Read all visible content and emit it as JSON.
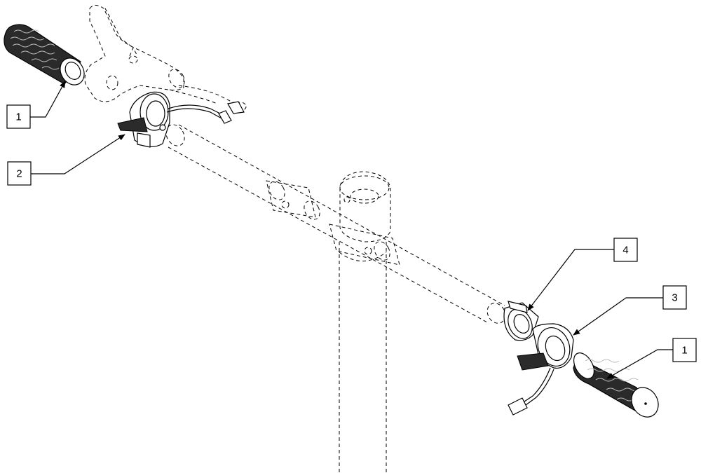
{
  "callouts": [
    {
      "label": "1"
    },
    {
      "label": "2"
    },
    {
      "label": "4"
    },
    {
      "label": "3"
    },
    {
      "label": "1"
    }
  ]
}
